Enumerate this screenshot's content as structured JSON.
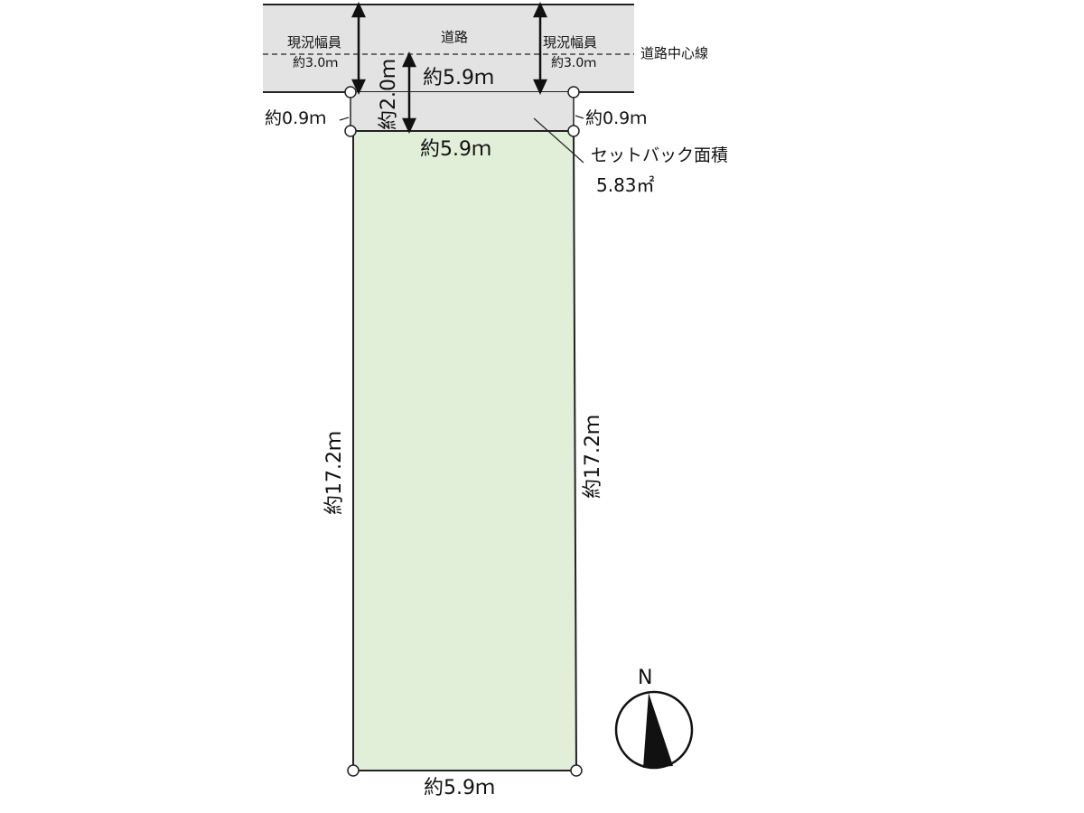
{
  "road": {
    "label": "道路",
    "centerline_label": "道路中心線",
    "left_width_label": "現況幅員",
    "left_width_value": "約3.0ｍ",
    "right_width_label": "現況幅員",
    "right_width_value": "約3.0ｍ",
    "frontage": "約5.9ｍ",
    "setback_depth": "約2.0ｍ",
    "fill": "#e3e3e3"
  },
  "setback": {
    "left_side": "約0.9ｍ",
    "right_side": "約0.9ｍ",
    "area_label": "セットバック面積",
    "area_value": "5.83㎡"
  },
  "lot": {
    "top_width": "約5.9ｍ",
    "bottom_width": "約5.9ｍ",
    "left_depth": "約17.2ｍ",
    "right_depth": "約17.2ｍ",
    "fill": "#e1eed8"
  },
  "compass": {
    "label": "N"
  }
}
